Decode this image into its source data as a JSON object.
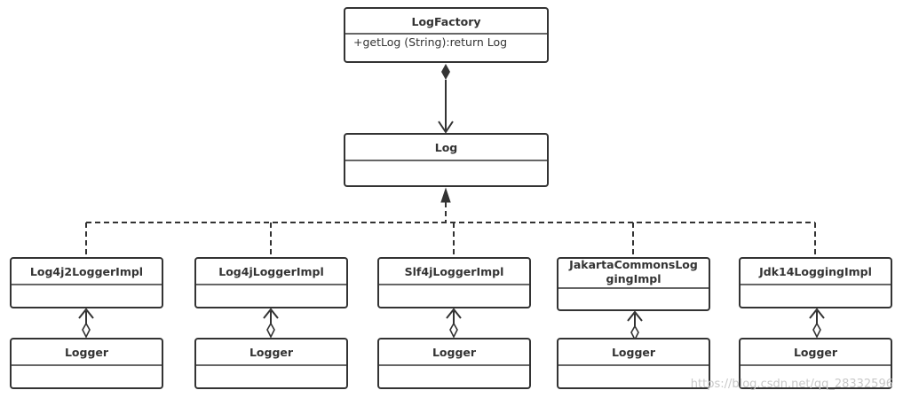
{
  "diagram": {
    "factory": {
      "name": "LogFactory",
      "member": "+getLog (String):return Log"
    },
    "log": {
      "name": "Log"
    },
    "impls": [
      {
        "name_lines": [
          "Log4j2LoggerImpl"
        ],
        "logger": "Logger"
      },
      {
        "name_lines": [
          "Log4jLoggerImpl"
        ],
        "logger": "Logger"
      },
      {
        "name_lines": [
          "Slf4jLoggerImpl"
        ],
        "logger": "Logger"
      },
      {
        "name_lines": [
          "JakartaCommonsLog",
          "gingImpl"
        ],
        "logger": "Logger"
      },
      {
        "name_lines": [
          "Jdk14LoggingImpl"
        ],
        "logger": "Logger"
      }
    ],
    "relations": {
      "factory_to_log": "composition",
      "impl_to_log": "realization",
      "logger_to_impl": "aggregation"
    }
  },
  "watermark": "https://blog.csdn.net/qq_28332596",
  "colors": {
    "line": "#333333",
    "background": "#ffffff",
    "watermark": "#c8c8c8"
  }
}
